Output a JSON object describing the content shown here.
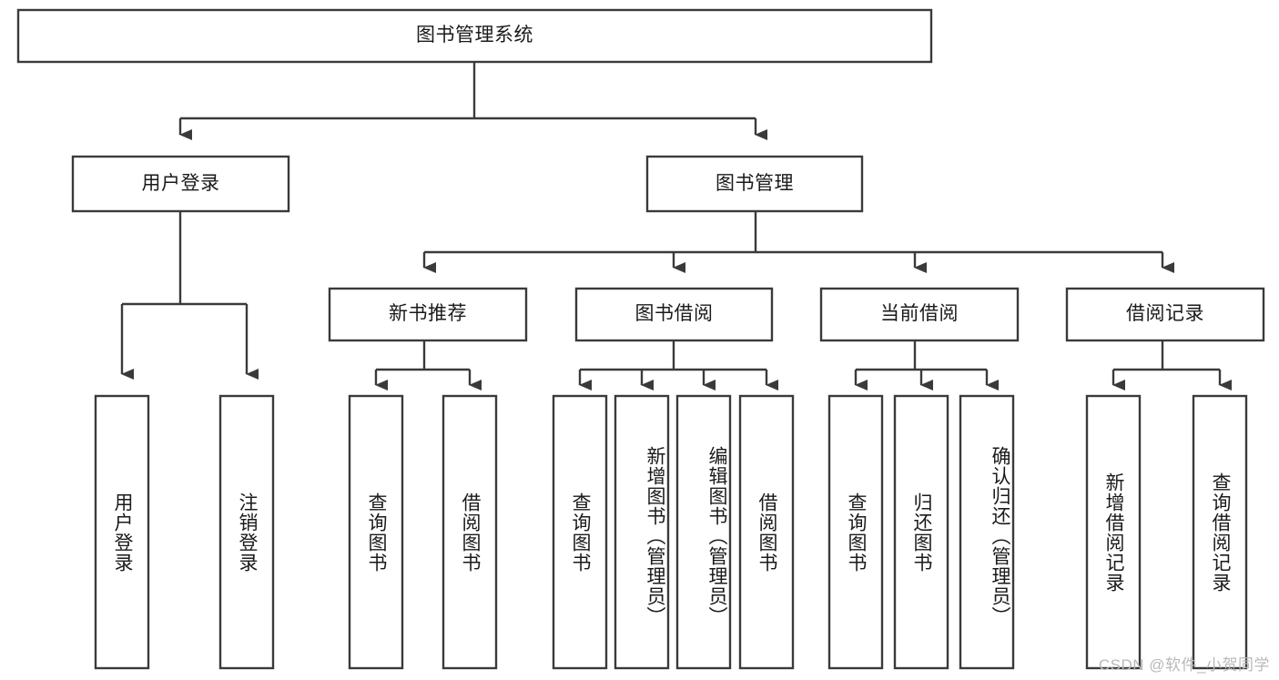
{
  "diagram": {
    "type": "tree-hierarchy",
    "title": "图书管理系统",
    "watermark": "CSDN @软件_小贺同学",
    "colors": {
      "stroke": "#3a3a3a",
      "box_fill": "#ffffff",
      "text": "#1a1a1a",
      "background": "#ffffff",
      "watermark": "#b9b9b9"
    },
    "root": {
      "label": "图书管理系统"
    },
    "level2": [
      {
        "label": "用户登录"
      },
      {
        "label": "图书管理"
      }
    ],
    "level3": [
      {
        "label": "新书推荐"
      },
      {
        "label": "图书借阅"
      },
      {
        "label": "当前借阅"
      },
      {
        "label": "借阅记录"
      }
    ],
    "leaves": {
      "user_login": [
        {
          "label": "用户登录"
        },
        {
          "label": "注销登录"
        }
      ],
      "new_book_recommend": [
        {
          "label": "查询图书"
        },
        {
          "label": "借阅图书"
        }
      ],
      "book_borrow": [
        {
          "label": "查询图书"
        },
        {
          "label": "新增图书（管理员）"
        },
        {
          "label": "编辑图书（管理员）"
        },
        {
          "label": "借阅图书"
        }
      ],
      "current_borrow": [
        {
          "label": "查询图书"
        },
        {
          "label": "归还图书"
        },
        {
          "label": "确认归还（管理员）"
        }
      ],
      "borrow_record": [
        {
          "label": "新增借阅记录"
        },
        {
          "label": "查询借阅记录"
        }
      ]
    }
  }
}
